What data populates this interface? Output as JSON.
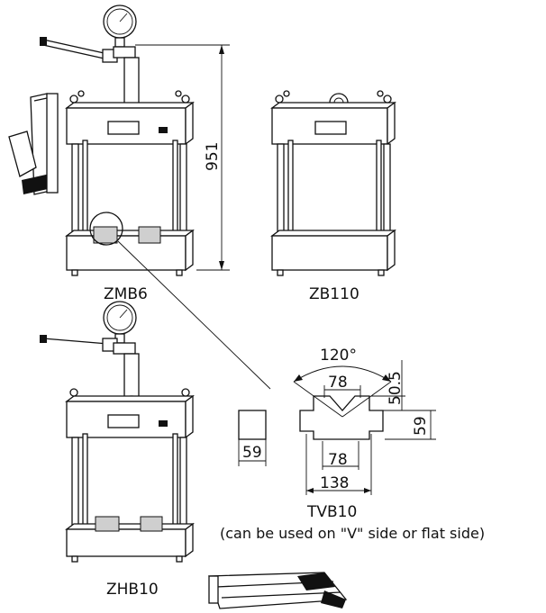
{
  "labels": {
    "zmb6": "ZMB6",
    "zb110": "ZB110",
    "zhb10": "ZHB10",
    "tvb10": "TVB10",
    "tvb10_note": "(can be used on \"V\" side or flat side)"
  },
  "dimensions": {
    "height": "951",
    "angle": "120°",
    "v_top_width": "78",
    "v_depth": "50.5",
    "block_height": "59",
    "block_side_width": "59",
    "base_width": "78",
    "overall_width": "138"
  }
}
